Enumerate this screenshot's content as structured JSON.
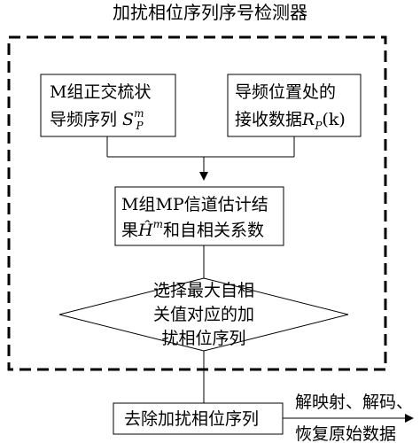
{
  "title": "加扰相位序列序号检测器",
  "boxes": {
    "pilot_sequence": {
      "line1": "M组正交梳状",
      "line2_prefix": "导频序列 ",
      "symbol": "S",
      "symbol_sup": "m",
      "symbol_sub": "P"
    },
    "received_data": {
      "line1": "导频位置处的",
      "line2_prefix": "接收数据",
      "symbol": "R",
      "symbol_sub": "P",
      "symbol_arg": "(k)"
    },
    "channel_estimate": {
      "line1": "M组MP信道估计结",
      "line2_prefix": "果",
      "symbol": "Ĥ",
      "symbol_sup": "m",
      "line2_suffix": "和自相关系数"
    },
    "remove_sequence": {
      "label": "去除加扰相位序列"
    }
  },
  "decision": {
    "line1": "选择最大自相",
    "line2": "关值对应的加",
    "line3": "扰相位序列"
  },
  "output": {
    "line1": "解映射、解码、",
    "line2": "恢复原始数据"
  }
}
